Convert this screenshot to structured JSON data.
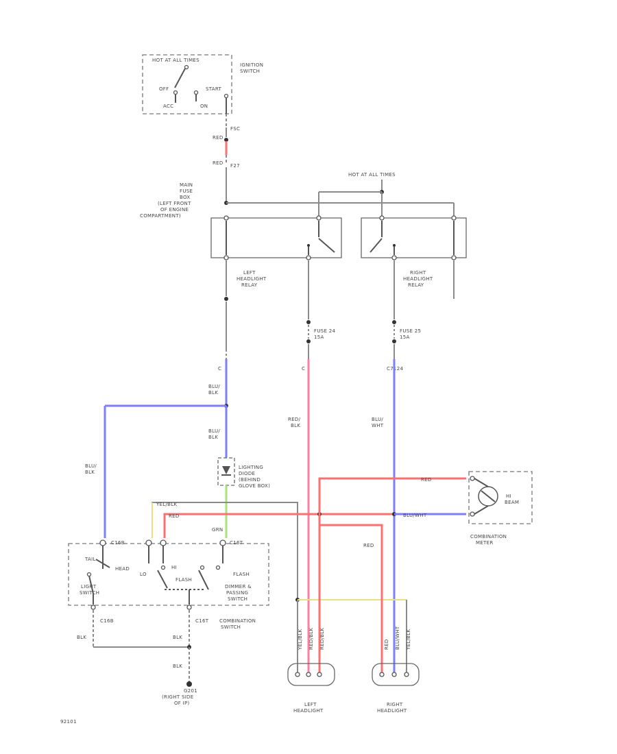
{
  "labels": {
    "hot_at_all_times_top": "HOT AT ALL TIMES",
    "ignition_switch": [
      "IGNITION",
      "SWITCH"
    ],
    "off": "OFF",
    "acc": "ACC",
    "on": "ON",
    "start": "START",
    "fuse_top": "FSC",
    "red1": "RED",
    "red2": "RED",
    "fuse_top2": "F27",
    "main_fuse": [
      "MAIN",
      "FUSE",
      "BOX",
      "(LEFT FRONT",
      "OF ENGINE",
      "COMPARTMENT)"
    ],
    "hot_at_all_times_mid": "HOT AT ALL TIMES",
    "left_relay": [
      "LEFT",
      "HEADLIGHT",
      "RELAY"
    ],
    "right_relay": [
      "RIGHT",
      "HEADLIGHT",
      "RELAY"
    ],
    "fuse24": [
      "FUSE 24",
      "15A"
    ],
    "fuse25": [
      "FUSE 25",
      "15A"
    ],
    "c1": "C",
    "c2": "C",
    "c3": "C7124",
    "blu_blk1": [
      "BLU/",
      "BLK"
    ],
    "blu_blk2": [
      "BLU/",
      "BLK"
    ],
    "blu_blk3": [
      "BLU/",
      "BLK"
    ],
    "red_blk": [
      "RED/",
      "BLK"
    ],
    "blu_wht": [
      "BLU/",
      "WHT"
    ],
    "lighting_diode": [
      "LIGHTING",
      "DIODE",
      "(BEHIND",
      "GLOVE BOX)"
    ],
    "yel_blk": "YEL/BLK",
    "red_mid": "RED",
    "grn": "GRN",
    "red_right": "RED",
    "blu_wht_right": "BLU/WHT",
    "hi_beam": [
      "HI",
      "BEAM"
    ],
    "combination_meter": [
      "COMBINATION",
      "METER"
    ],
    "red_vert": "RED",
    "c_wire1": "C16B",
    "c_wire2": "C16T",
    "head": "HEAD",
    "tail": "TAIL",
    "lo": "LO",
    "flash": "FLASH",
    "hi": "HI",
    "flash2": "FLASH",
    "light_switch": [
      "LIGHT",
      "SWITCH"
    ],
    "dimmer_switch": [
      "DIMMER &",
      "PASSING",
      "SWITCH"
    ],
    "combination_switch": [
      "COMBINATION",
      "SWITCH"
    ],
    "c_bot1": "C16B",
    "c_bot2": "C16T",
    "blk1": "BLK",
    "blk2": "BLK",
    "blk3": "BLK",
    "ground": [
      "G201",
      "(RIGHT SIDE",
      "OF IP)"
    ],
    "left_hl_wires": [
      "YEL/BLK",
      "RED/BLK",
      "RED/BLK"
    ],
    "right_hl_wires": [
      "RED",
      "BLU/WHT",
      "YEL/BLK"
    ],
    "left_headlight": [
      "LEFT",
      "HEADLIGHT"
    ],
    "right_headlight": [
      "RIGHT",
      "HEADLIGHT"
    ],
    "figure_id": "92101"
  }
}
